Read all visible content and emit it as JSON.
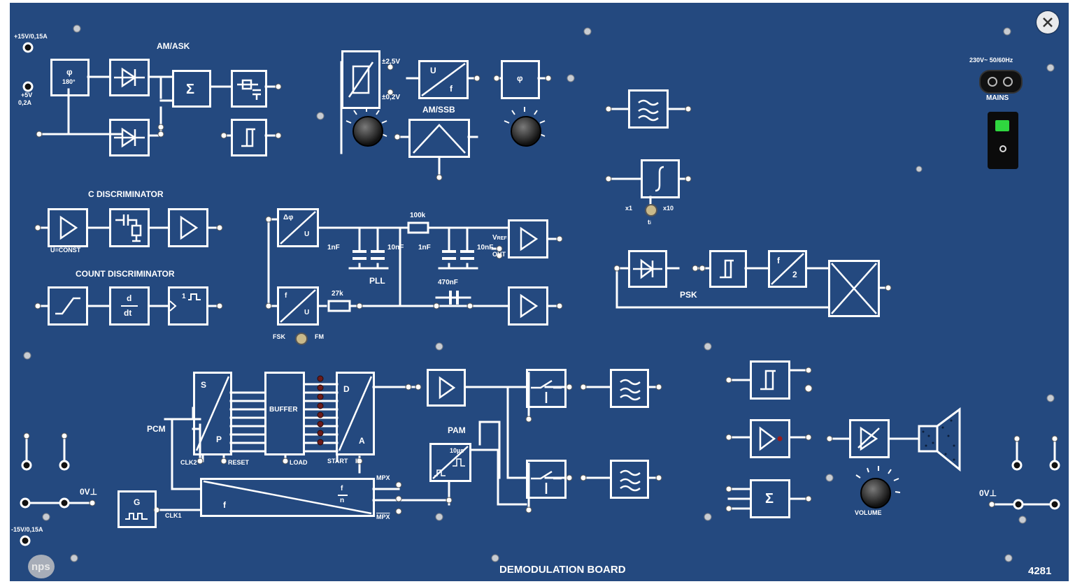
{
  "board": {
    "title": "DEMODULATION BOARD",
    "model_number": "4281",
    "logo_text": "nps",
    "background_color": "#24497f",
    "line_color": "#ffffff"
  },
  "power": {
    "plus15": "+15V/0,15A",
    "plus5_line1": "+5V",
    "plus5_line2": "0,2A",
    "minus15": "-15V/0,15A",
    "ground_left": "0V⊥",
    "ground_right": "0V⊥",
    "mains_rating": "230V~ 50/60Hz",
    "mains_label": "MAINS",
    "switch_indicator_color": "#2fd63f"
  },
  "am_ask": {
    "title": "AM/ASK",
    "phase_symbol": "φ",
    "phase_value": "180°",
    "sum_symbol": "Σ"
  },
  "attenuator": {
    "range_high": "±2,5V",
    "range_low": "±0,2V"
  },
  "vco_block": {
    "top": "U",
    "bottom": "f"
  },
  "phase_shifter": {
    "symbol": "φ"
  },
  "am_ssb": {
    "title": "AM/SSB"
  },
  "c_discriminator": {
    "title": "C DISCRIMINATOR",
    "sub_label": "U=CONST"
  },
  "count_discriminator": {
    "title": "COUNT DISCRIMINATOR",
    "diff_top": "d",
    "diff_bottom": "dt",
    "monoflop": "1"
  },
  "pll": {
    "title": "PLL",
    "phase_detector_top": "Δφ",
    "phase_detector_bottom": "U",
    "vco_top": "f",
    "vco_bottom": "U",
    "resistor_1": "100k",
    "resistor_2": "27k",
    "cap_1": "1nF",
    "cap_2": "10nF",
    "cap_3": "1nF",
    "cap_4": "10nF",
    "cap_5": "470nF",
    "vref": "V",
    "vref_sub": "REF",
    "out": "OUT",
    "switch_left": "FSK",
    "switch_right": "FM"
  },
  "filters": {
    "integrator_x1": "x1",
    "integrator_x10": "x10",
    "integrator_tau": "t",
    "integrator_tau_sub": "i"
  },
  "psk": {
    "title": "PSK",
    "divider_top": "f",
    "divider_bottom": "2"
  },
  "pcm": {
    "label": "PCM",
    "sp_top": "S",
    "sp_bottom": "P",
    "buffer": "BUFFER",
    "da_top": "D",
    "da_bottom": "A",
    "clk2": "CLK2",
    "reset": "RESET",
    "load": "LOAD",
    "start": "START",
    "id": "ID",
    "clk1": "CLK1",
    "gen": "G",
    "counter_f": "f",
    "counter_fn_top": "f",
    "counter_fn_bottom": "n",
    "mpx": "MPX",
    "mpx_bar": "MPX"
  },
  "pam": {
    "title": "PAM",
    "pulse": "10µs"
  },
  "audio": {
    "volume": "VOLUME",
    "sum_symbol": "Σ"
  }
}
